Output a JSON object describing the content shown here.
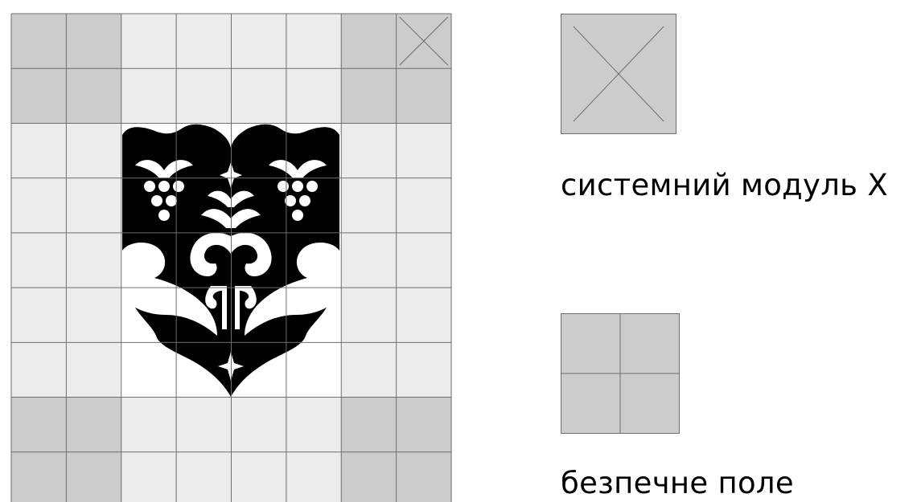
{
  "legend": {
    "module_label": "системний модуль X",
    "safe_zone_label": "безпечне поле"
  },
  "grid": {
    "columns": 8,
    "rows": 9,
    "safe_zone_cells": [
      [
        0,
        0
      ],
      [
        1,
        0
      ],
      [
        6,
        0
      ],
      [
        0,
        1
      ],
      [
        1,
        1
      ],
      [
        6,
        1
      ],
      [
        7,
        1
      ],
      [
        0,
        7
      ],
      [
        1,
        7
      ],
      [
        6,
        7
      ],
      [
        7,
        7
      ],
      [
        0,
        8
      ],
      [
        1,
        8
      ],
      [
        6,
        8
      ],
      [
        7,
        8
      ]
    ],
    "module_cell": [
      7,
      0
    ]
  },
  "colors": {
    "safe_zone": "#cccccc",
    "cell": "#ececec",
    "grid_line": "#6e6e6e",
    "emblem": "#000000",
    "emblem_field": "#ffffff",
    "text": "#000000"
  },
  "icons": {
    "emblem": "grape-vine-shield-emblem",
    "module": "module-x-icon",
    "safe_zone": "safe-zone-icon"
  }
}
